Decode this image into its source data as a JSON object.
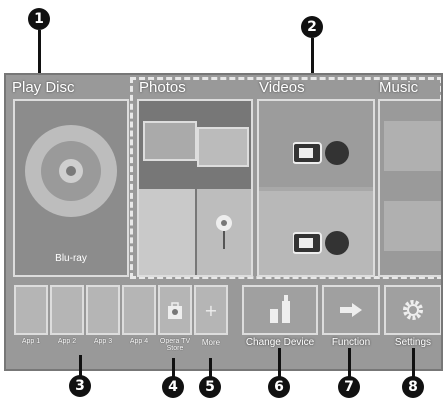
{
  "callouts": [
    "1",
    "2",
    "3",
    "4",
    "5",
    "6",
    "7",
    "8"
  ],
  "sections": {
    "play_disc": "Play Disc",
    "photos": "Photos",
    "videos": "Videos",
    "music": "Music"
  },
  "disc": {
    "label": "Blu-ray"
  },
  "apps": [
    "App 1",
    "App 2",
    "App 3",
    "App 4"
  ],
  "opera": {
    "line1": "Opera TV",
    "line2": "Store"
  },
  "more": {
    "label": "More",
    "symbol": "+"
  },
  "functions": {
    "change_device": "Change Device",
    "function": "Function",
    "settings": "Settings"
  },
  "icons": [
    "disc-icon",
    "shopping-bag-icon",
    "plus-icon",
    "usb-device-icon",
    "arrow-right-icon",
    "gear-icon"
  ]
}
